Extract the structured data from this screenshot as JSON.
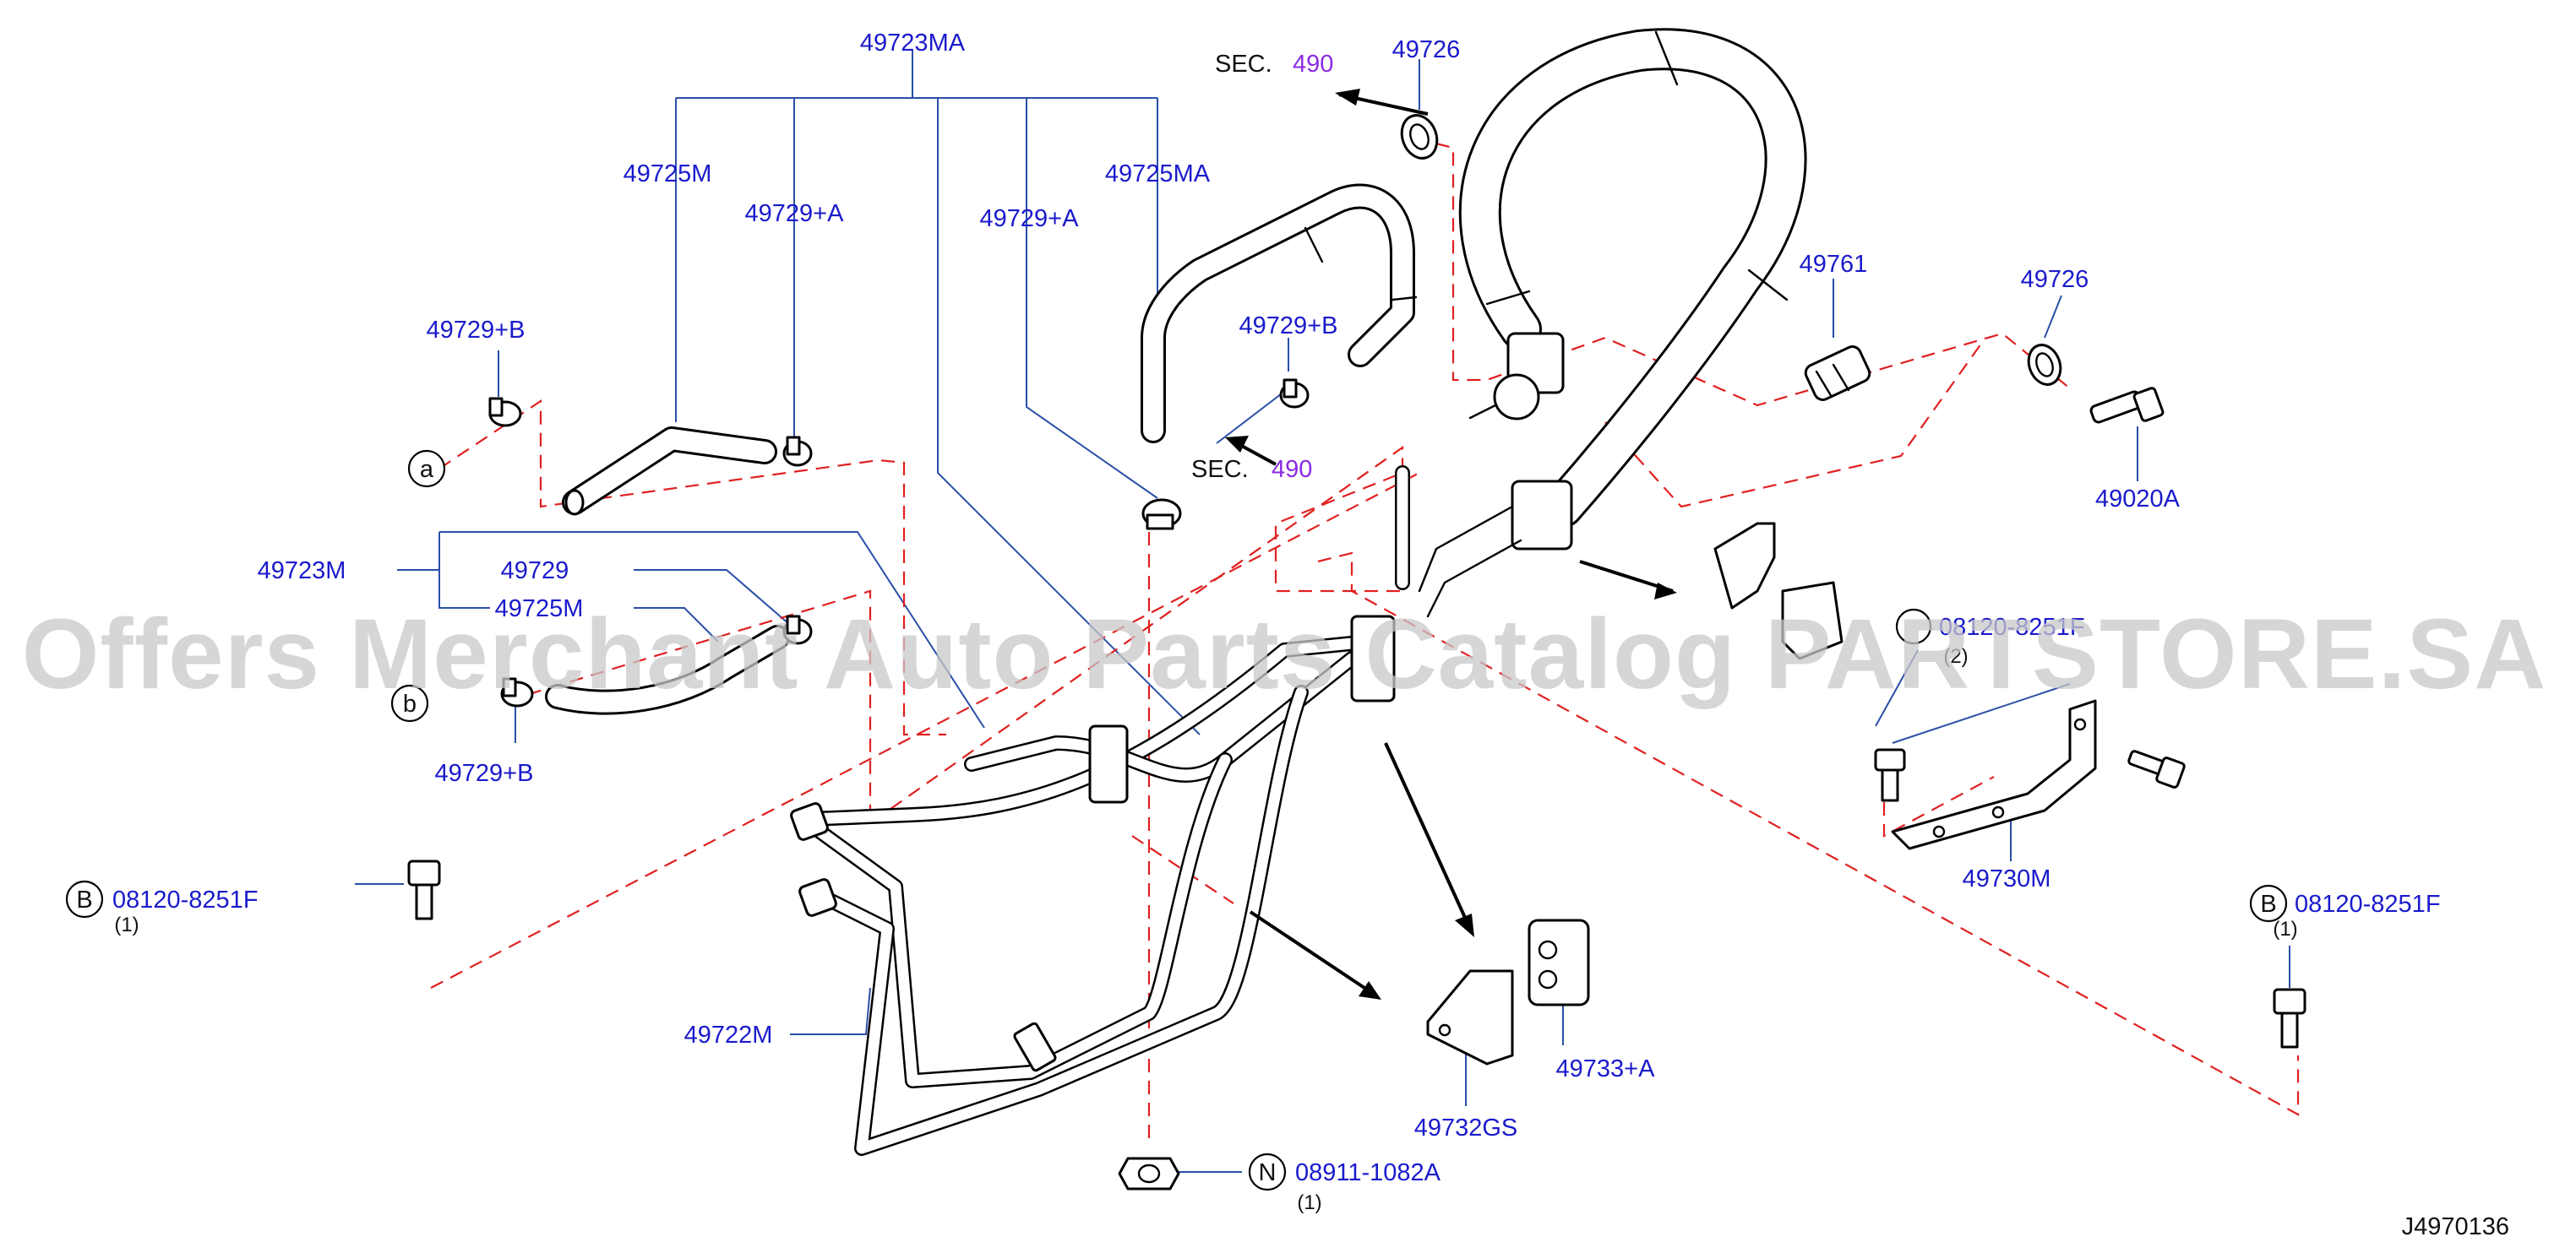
{
  "diagram_id": "J4970136",
  "watermark": "Offers Merchant Auto Parts Catalog PARTSTORE.SA",
  "colors": {
    "label": "#1a1acc",
    "section_ref": "#8a2be2",
    "leader": "#2a4fa8",
    "dashed": "#e02020"
  },
  "labels": {
    "p49723MA": "49723MA",
    "p49725M_top": "49725M",
    "p49729A_1": "49729+A",
    "p49729A_2": "49729+A",
    "p49725MA": "49725MA",
    "p49726_top": "49726",
    "p49729B_top": "49729+B",
    "p49729B_mid": "49729+B",
    "p49761": "49761",
    "p49726_right": "49726",
    "p49020A": "49020A",
    "p49723M": "49723M",
    "p49729": "49729",
    "p49725M_mid": "49725M",
    "p49729B_bot": "49729+B",
    "p08120_right_partial": "08120-8251F",
    "p49730M": "49730M",
    "p08120_left": "08120-8251F",
    "p08120_br": "08120-8251F",
    "p49722M": "49722M",
    "p49733A": "49733+A",
    "p49732GS": "49732GS",
    "p08911": "08911-1082A"
  },
  "sections": {
    "top": {
      "prefix": "SEC.",
      "number": "490"
    },
    "mid": {
      "prefix": "SEC.",
      "number": "490"
    }
  },
  "quantities": {
    "q_left": "(1)",
    "q_right_mid": "(2)",
    "q_br": "(1)",
    "q_nut": "(1)"
  },
  "callouts": {
    "a": "a",
    "b": "b",
    "B_left": "B",
    "B_right": "B",
    "N": "N"
  }
}
